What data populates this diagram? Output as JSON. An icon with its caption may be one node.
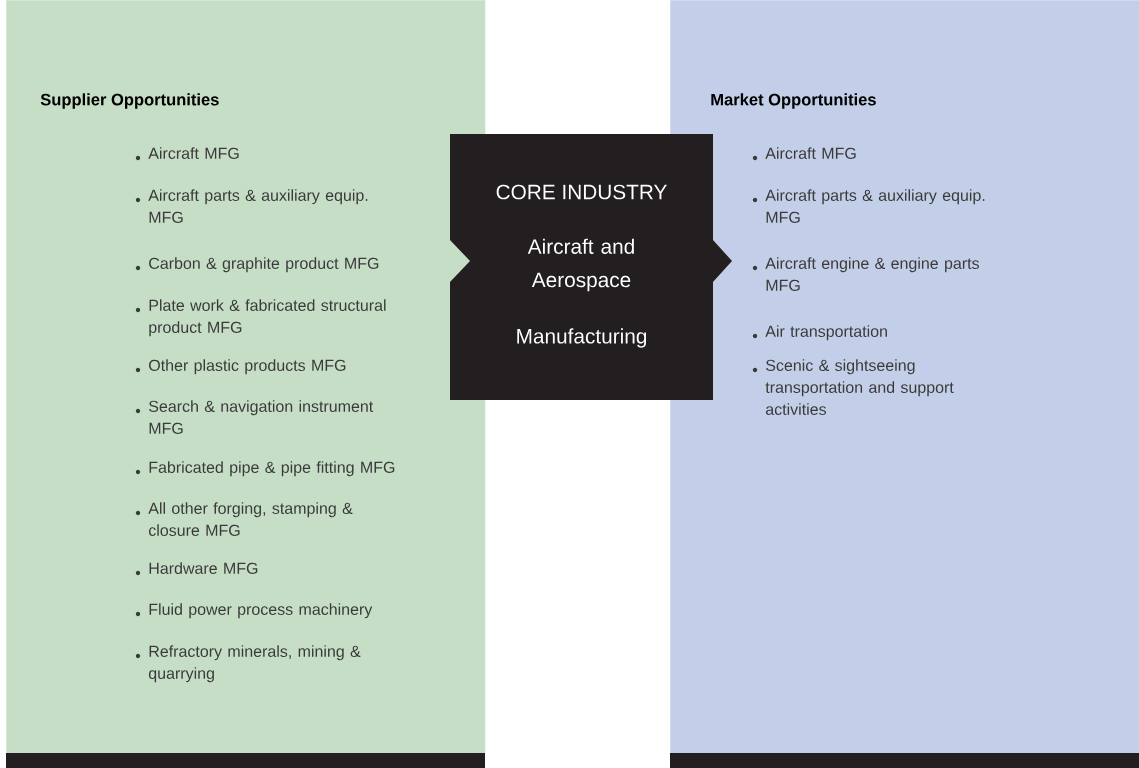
{
  "diagram": {
    "nodes": [
      {
        "text": [
          "Supplier Opportunities",
          "Aircraft MFG",
          "Aircraft parts & auxiliary equip. MFG",
          "Carbon & graphite product MFG",
          "Plate work & fabricated structural product MFG",
          "Other plastic products MFG",
          "Search & navigation instrument MFG",
          "Fabricated pipe & pipe fitting MFG",
          "All other forging, stamping & closure MFG",
          "Hardware MFG",
          "Fluid power process machinery",
          "Refractory minerals, mining & quarrying"
        ]
      },
      {
        "text": [
          "CORE INDUSTRY",
          "Aircraft and Aerospace",
          "Manufacturing"
        ]
      },
      {
        "text": [
          "Market Opportunities",
          "Aircraft MFG",
          "Aircraft parts & auxiliary equip. MFG",
          "Aircraft engine & engine parts MFG",
          "Air transportation",
          "Scenic & sightseeing transportation and support activities"
        ]
      }
    ]
  }
}
